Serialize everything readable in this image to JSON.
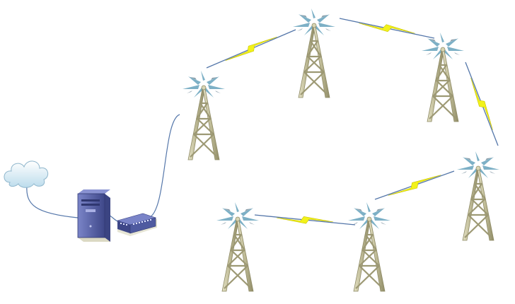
{
  "diagram": {
    "nodes": [
      {
        "id": "internet",
        "icon": "cloud-icon"
      },
      {
        "id": "server",
        "icon": "server-tower-icon"
      },
      {
        "id": "switch",
        "icon": "network-switch-icon"
      },
      {
        "id": "tower-1",
        "icon": "radio-tower-icon"
      },
      {
        "id": "tower-2",
        "icon": "radio-tower-icon"
      },
      {
        "id": "tower-3",
        "icon": "radio-tower-icon"
      },
      {
        "id": "tower-4",
        "icon": "radio-tower-icon"
      },
      {
        "id": "tower-5",
        "icon": "radio-tower-icon"
      },
      {
        "id": "tower-6",
        "icon": "radio-tower-icon"
      }
    ],
    "wired_links": [
      {
        "from": "internet",
        "to": "server"
      },
      {
        "from": "server",
        "to": "switch"
      },
      {
        "from": "switch",
        "to": "tower-1"
      }
    ],
    "wireless_links": [
      {
        "from": "tower-1",
        "to": "tower-2"
      },
      {
        "from": "tower-2",
        "to": "tower-3"
      },
      {
        "from": "tower-3",
        "to": "tower-4"
      },
      {
        "from": "tower-4",
        "to": "tower-6"
      },
      {
        "from": "tower-6",
        "to": "tower-5"
      }
    ],
    "colors": {
      "tower": "#c9c6a2",
      "tower_dark": "#8f8b66",
      "signal": "#6fa8c0",
      "bolt": "#f2f21a",
      "server": "#5a64a8",
      "switch": "#4f5aa0",
      "cloud": "#cfe6f2",
      "cable": "#5577aa"
    }
  }
}
